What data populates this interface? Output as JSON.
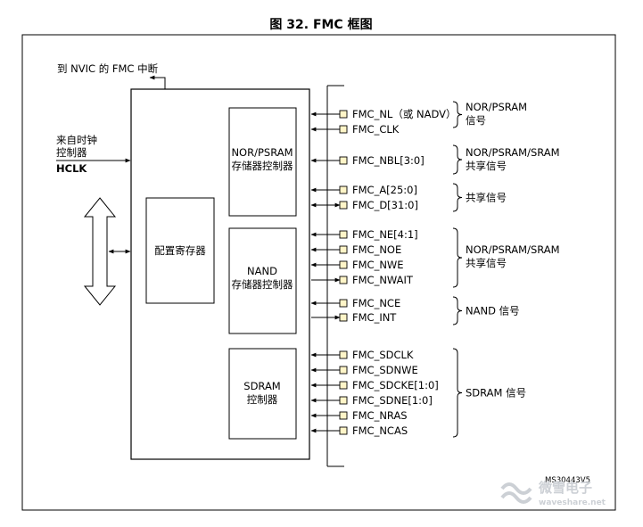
{
  "figure_title": "图 32. FMC 框图",
  "nvic_label": "到 NVIC 的 FMC 中断",
  "clock_input": {
    "line1": "来自时钟",
    "line2": "控制器",
    "signal": "HCLK"
  },
  "config_register": "配置寄存器",
  "controllers": [
    {
      "id": "nor",
      "line1": "NOR/PSRAM",
      "line2": "存储器控制器"
    },
    {
      "id": "nand",
      "line1": "NAND",
      "line2": "存储器控制器"
    },
    {
      "id": "sdram",
      "line1": "SDRAM",
      "line2": "控制器"
    }
  ],
  "signals": [
    {
      "name": "FMC_NL（或 NADV）",
      "dir": "out"
    },
    {
      "name": "FMC_CLK",
      "dir": "out"
    },
    {
      "name": "FMC_NBL[3:0]",
      "dir": "out"
    },
    {
      "name": "FMC_A[25:0]",
      "dir": "out"
    },
    {
      "name": "FMC_D[31:0]",
      "dir": "bi"
    },
    {
      "name": "FMC_NE[4:1]",
      "dir": "out"
    },
    {
      "name": "FMC_NOE",
      "dir": "out"
    },
    {
      "name": "FMC_NWE",
      "dir": "out"
    },
    {
      "name": "FMC_NWAIT",
      "dir": "in"
    },
    {
      "name": "FMC_NCE",
      "dir": "out"
    },
    {
      "name": "FMC_INT",
      "dir": "in"
    },
    {
      "name": "FMC_SDCLK",
      "dir": "out"
    },
    {
      "name": "FMC_SDNWE",
      "dir": "out"
    },
    {
      "name": "FMC_SDCKE[1:0]",
      "dir": "out"
    },
    {
      "name": "FMC_SDNE[1:0]",
      "dir": "out"
    },
    {
      "name": "FMC_NRAS",
      "dir": "out"
    },
    {
      "name": "FMC_NCAS",
      "dir": "out"
    }
  ],
  "groups": [
    {
      "line1": "NOR/PSRAM",
      "line2": "信号"
    },
    {
      "line1": "NOR/PSRAM/SRAM",
      "line2": "共享信号"
    },
    {
      "line1": "共享信号",
      "line2": ""
    },
    {
      "line1": "NOR/PSRAM/SRAM",
      "line2": "共享信号"
    },
    {
      "line1": "NAND 信号",
      "line2": ""
    },
    {
      "line1": "SDRAM 信号",
      "line2": ""
    }
  ],
  "diagram_id": "MS30443V5",
  "watermark": {
    "brand": "微雪电子",
    "url": "waveshare.net"
  }
}
